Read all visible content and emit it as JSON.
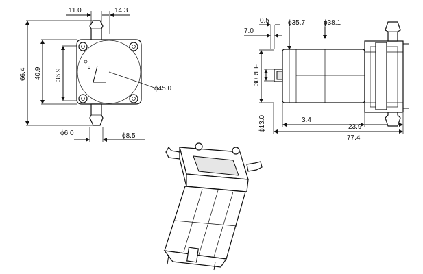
{
  "front_view": {
    "dims": {
      "inlet_width": "11.0",
      "inlet_offset": "14.3",
      "total_height": "66.4",
      "mount_height": "40.9",
      "hole_spacing": "36.9",
      "body_diameter": "ϕ45.0",
      "outlet_diameter": "ϕ6.0",
      "barb_diameter": "ϕ8.5"
    }
  },
  "side_view": {
    "dims": {
      "shaft_length": "7.0",
      "shaft_offset": "0.5",
      "motor_diameter": "ϕ35.7",
      "can_diameter": "ϕ38.1",
      "ref_height": "30REF",
      "boss_diameter": "ϕ13.0",
      "boss_length": "3.4",
      "head_length": "23.9",
      "total_length": "77.4"
    }
  }
}
